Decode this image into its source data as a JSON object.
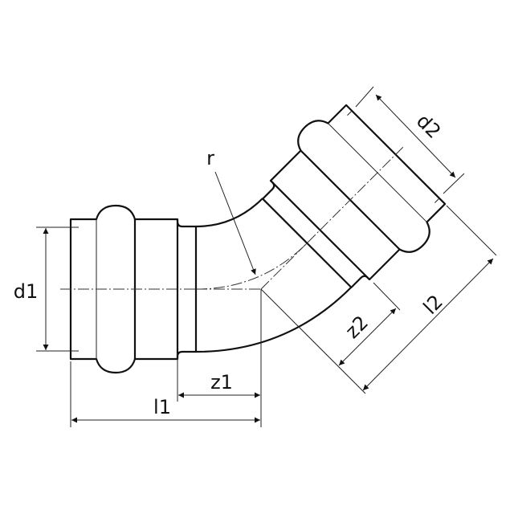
{
  "labels": {
    "d1": "d1",
    "d2": "d2",
    "z1": "z1",
    "z2": "z2",
    "l1": "l1",
    "l2": "l2",
    "r": "r"
  },
  "colors": {
    "line": "#111111",
    "background": "#ffffff"
  }
}
